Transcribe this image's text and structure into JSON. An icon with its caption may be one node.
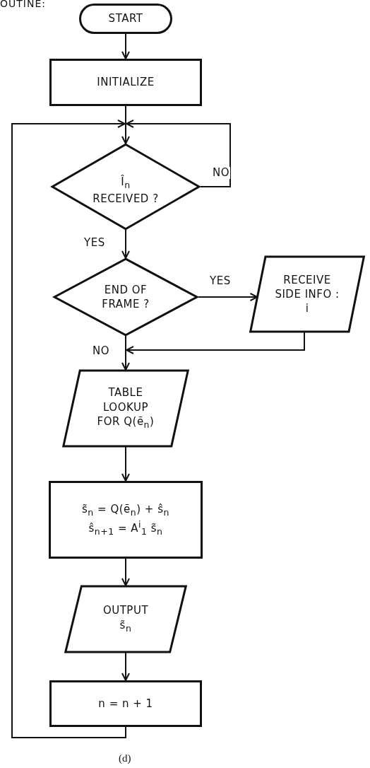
{
  "diagram": {
    "caption": "(d)",
    "nodes": [
      {
        "text": [
          "START"
        ]
      },
      {
        "text": [
          "INITIALIZE"
        ]
      },
      {
        "text": [
          "Î$_{n}$",
          "RECEIVED ?"
        ]
      },
      {
        "text": [
          "END OF FRAME ?"
        ]
      },
      {
        "text": [
          "RECEIVE SIDE INFO : i"
        ]
      },
      {
        "text": [
          "TABLE LOOKUP FOR Q(ẽ$_{n}$)"
        ]
      },
      {
        "text": [
          "s̃$_{n}$ = Q(ẽ$_{n}$) + ŝ$_{n}$",
          "ŝ$_{n+1}$ = A$^{i}$$_{1}$ s̃$_{n}$"
        ]
      },
      {
        "text": [
          "OUTPUT",
          "s̃$_{n}$"
        ]
      },
      {
        "text": [
          "n = n + 1"
        ]
      }
    ],
    "edges": [
      {
        "from": 0,
        "to": 1,
        "arrow": "to"
      },
      {
        "from": 1,
        "to": 2,
        "arrow": "to"
      },
      {
        "from": 2,
        "to": 2,
        "arrow": "to",
        "label": "NO"
      },
      {
        "from": 2,
        "to": 3,
        "arrow": "to",
        "label": "YES"
      },
      {
        "from": 3,
        "to": 4,
        "arrow": "to",
        "label": "YES"
      },
      {
        "from": 3,
        "to": 5,
        "arrow": "to",
        "label": "NO"
      },
      {
        "from": 4,
        "to": 5,
        "arrow": "to"
      },
      {
        "from": 5,
        "to": 6,
        "arrow": "to"
      },
      {
        "from": 6,
        "to": 7,
        "arrow": "to"
      },
      {
        "from": 7,
        "to": 8,
        "arrow": "to"
      },
      {
        "from": 8,
        "to": 2,
        "arrow": "to"
      }
    ],
    "labels": [
      "OUTINE:"
    ]
  }
}
